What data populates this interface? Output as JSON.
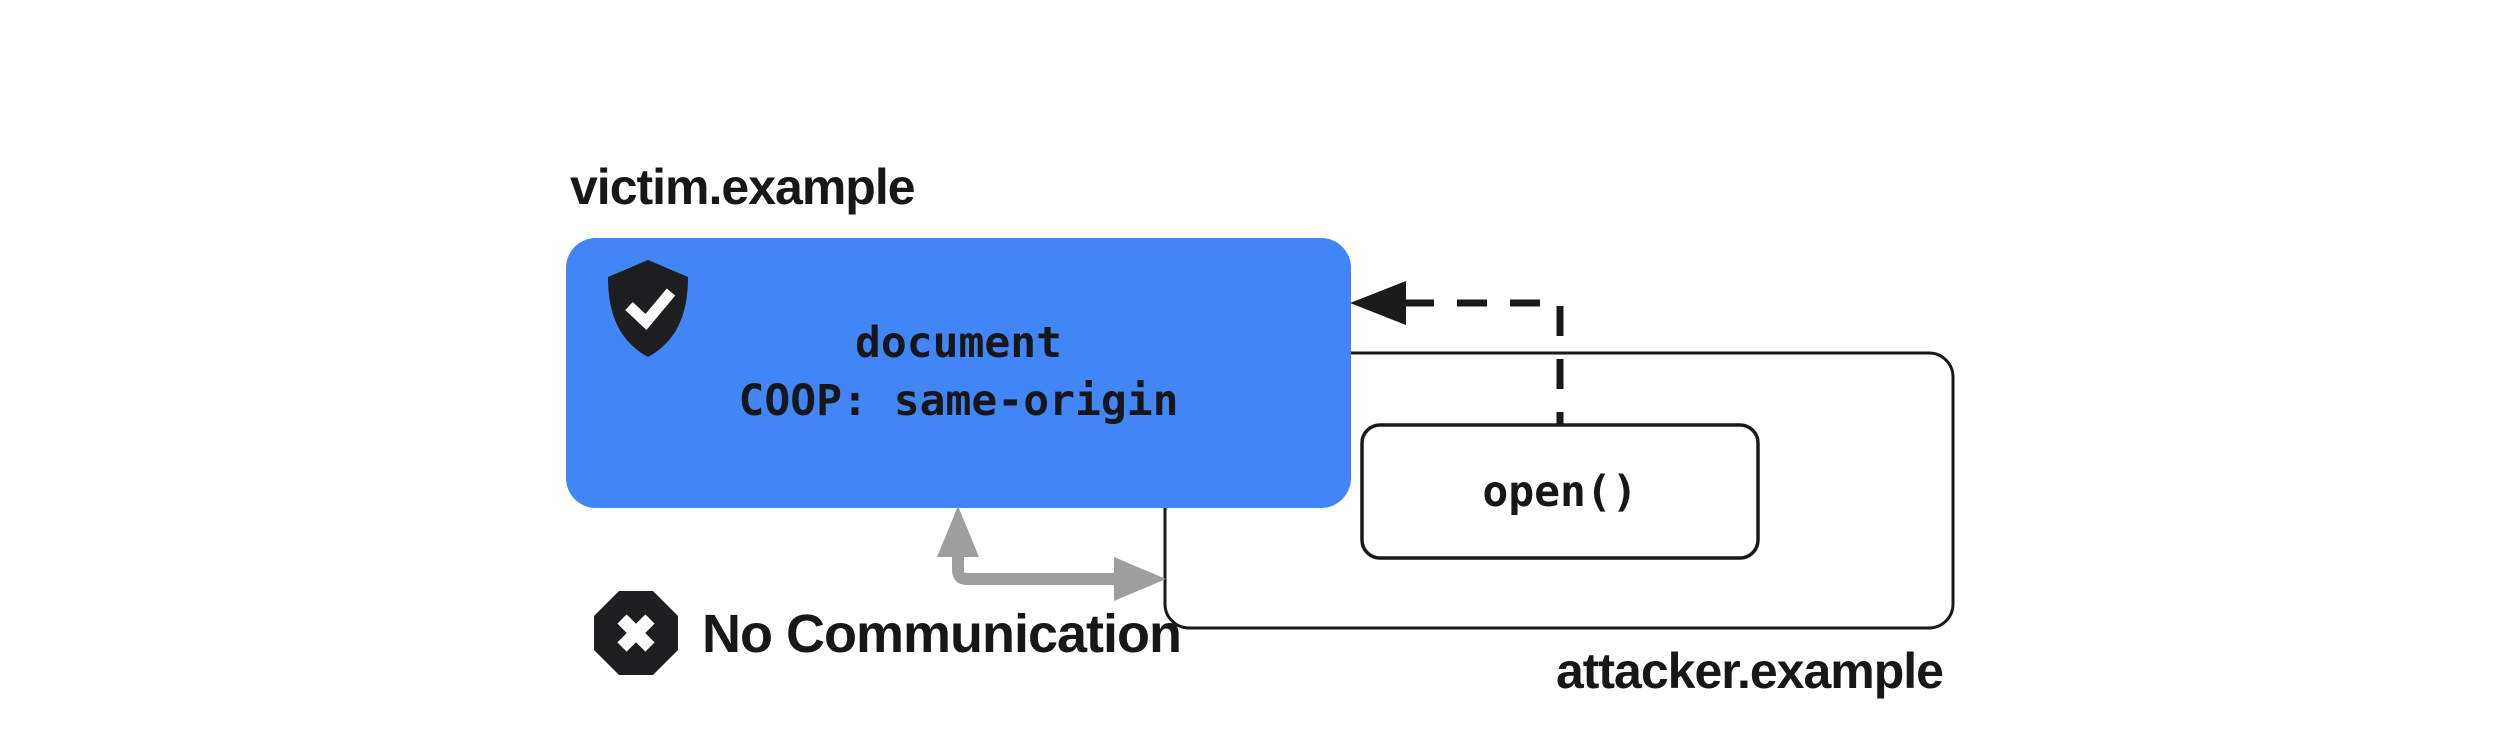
{
  "diagram": {
    "victim": {
      "label": "victim.example",
      "line1": "document",
      "line2": "COOP: same-origin",
      "fill": "#4285F4"
    },
    "attacker": {
      "label": "attacker.example",
      "open_label": "open()"
    },
    "blocked": {
      "label": "No Communication"
    },
    "icons": {
      "shield_check": "shield-check-icon",
      "blocked_x": "octagon-x-icon"
    },
    "colors": {
      "background": "#ffffff",
      "white": "#ffffff",
      "ink": "#1a1a1a",
      "text": "#17171a",
      "gray_arrow": "#9e9e9e",
      "icon": "#1e1e20"
    }
  }
}
